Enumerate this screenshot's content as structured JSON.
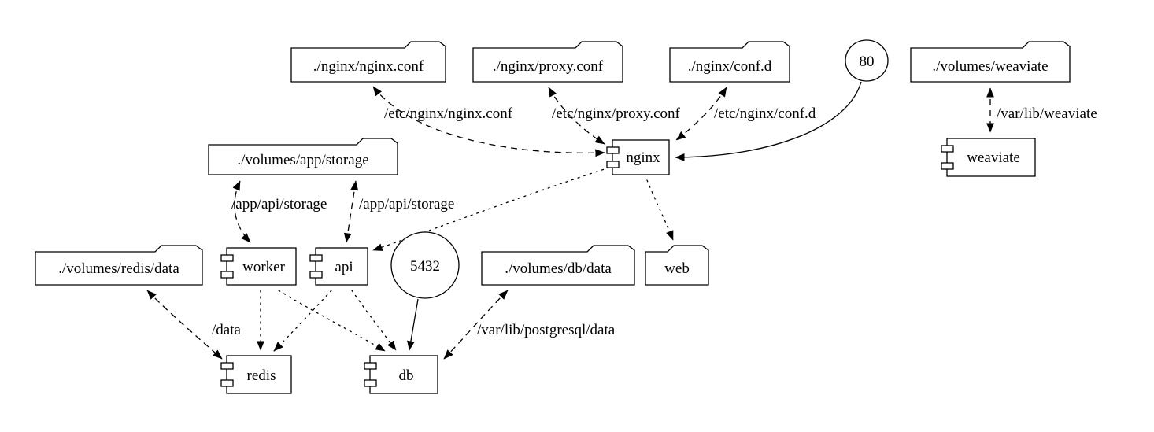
{
  "nodes": {
    "nginx_conf_file": {
      "label": "./nginx/nginx.conf",
      "shape": "folder"
    },
    "proxy_conf_file": {
      "label": "./nginx/proxy.conf",
      "shape": "folder"
    },
    "conf_d_dir": {
      "label": "./nginx/conf.d",
      "shape": "folder"
    },
    "port_80": {
      "label": "80",
      "shape": "circle"
    },
    "weaviate_volume": {
      "label": "./volumes/weaviate",
      "shape": "folder"
    },
    "app_storage_volume": {
      "label": "./volumes/app/storage",
      "shape": "folder"
    },
    "nginx": {
      "label": "nginx",
      "shape": "component"
    },
    "weaviate": {
      "label": "weaviate",
      "shape": "component"
    },
    "redis_data_volume": {
      "label": "./volumes/redis/data",
      "shape": "folder"
    },
    "worker": {
      "label": "worker",
      "shape": "component"
    },
    "api": {
      "label": "api",
      "shape": "component"
    },
    "port_5432": {
      "label": "5432",
      "shape": "circle"
    },
    "db_data_volume": {
      "label": "./volumes/db/data",
      "shape": "folder"
    },
    "web": {
      "label": "web",
      "shape": "folder"
    },
    "redis": {
      "label": "redis",
      "shape": "component"
    },
    "db": {
      "label": "db",
      "shape": "component"
    }
  },
  "edges": [
    {
      "from": "nginx",
      "to": "nginx_conf_file",
      "style": "dashed",
      "dir": "both",
      "label": "/etc/nginx/nginx.conf"
    },
    {
      "from": "nginx",
      "to": "proxy_conf_file",
      "style": "dashed",
      "dir": "both",
      "label": "/etc/nginx/proxy.conf"
    },
    {
      "from": "nginx",
      "to": "conf_d_dir",
      "style": "dashed",
      "dir": "both",
      "label": "/etc/nginx/conf.d"
    },
    {
      "from": "port_80",
      "to": "nginx",
      "style": "solid",
      "dir": "forward",
      "label": ""
    },
    {
      "from": "weaviate",
      "to": "weaviate_volume",
      "style": "dashed",
      "dir": "both",
      "label": "/var/lib/weaviate"
    },
    {
      "from": "worker",
      "to": "app_storage_volume",
      "style": "dashed",
      "dir": "both",
      "label": "/app/api/storage"
    },
    {
      "from": "api",
      "to": "app_storage_volume",
      "style": "dashed",
      "dir": "both",
      "label": "/app/api/storage"
    },
    {
      "from": "nginx",
      "to": "api",
      "style": "dotted",
      "dir": "forward",
      "label": ""
    },
    {
      "from": "nginx",
      "to": "web",
      "style": "dotted",
      "dir": "forward",
      "label": ""
    },
    {
      "from": "worker",
      "to": "redis",
      "style": "dotted",
      "dir": "forward",
      "label": ""
    },
    {
      "from": "worker",
      "to": "db",
      "style": "dotted",
      "dir": "forward",
      "label": ""
    },
    {
      "from": "api",
      "to": "redis",
      "style": "dotted",
      "dir": "forward",
      "label": ""
    },
    {
      "from": "api",
      "to": "db",
      "style": "dotted",
      "dir": "forward",
      "label": ""
    },
    {
      "from": "redis",
      "to": "redis_data_volume",
      "style": "dashed",
      "dir": "both",
      "label": "/data"
    },
    {
      "from": "port_5432",
      "to": "db",
      "style": "solid",
      "dir": "forward",
      "label": ""
    },
    {
      "from": "db",
      "to": "db_data_volume",
      "style": "dashed",
      "dir": "both",
      "label": "/var/lib/postgresql/data"
    }
  ],
  "colors": {
    "background": "#ffffff",
    "stroke": "#000000",
    "fill": "#ffffff"
  }
}
